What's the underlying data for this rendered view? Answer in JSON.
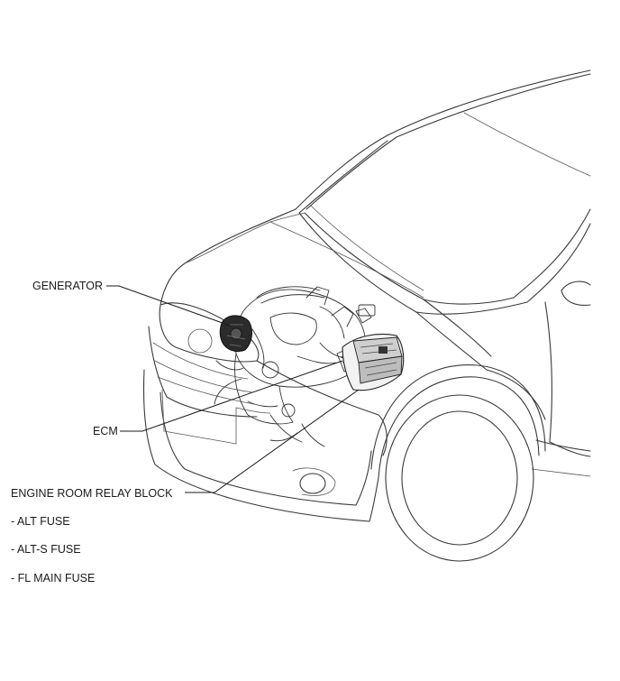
{
  "labels": {
    "generator": "GENERATOR",
    "ecm": "ECM",
    "relay_block": "ENGINE ROOM RELAY BLOCK",
    "alt_fuse": "- ALT FUSE",
    "alts_fuse": "- ALT-S FUSE",
    "fl_main_fuse": "- FL MAIN FUSE"
  },
  "colors": {
    "line": "#3a3a3a",
    "text": "#1a1a1a",
    "background": "#ffffff"
  }
}
